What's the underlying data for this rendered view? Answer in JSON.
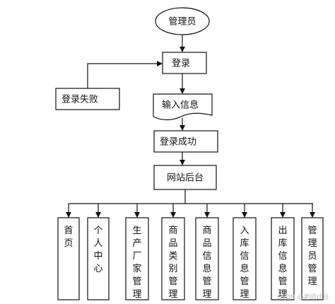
{
  "nodes": {
    "admin": "管理员",
    "login": "登录",
    "login_fail": "登录失败",
    "input_info": "输入信息",
    "login_success": "登录成功",
    "backend": "网站后台"
  },
  "modules": [
    "首页",
    "个人中心",
    "生产厂家管理",
    "商品类别管理",
    "商品信息管理",
    "入库信息管理",
    "出库信息管理",
    "管理员管理"
  ],
  "watermark": "CSDN @老师计技",
  "colors": {
    "stroke": "#111111",
    "text": "#111111",
    "background": "#ffffff",
    "watermark": "#bdbdbd"
  }
}
